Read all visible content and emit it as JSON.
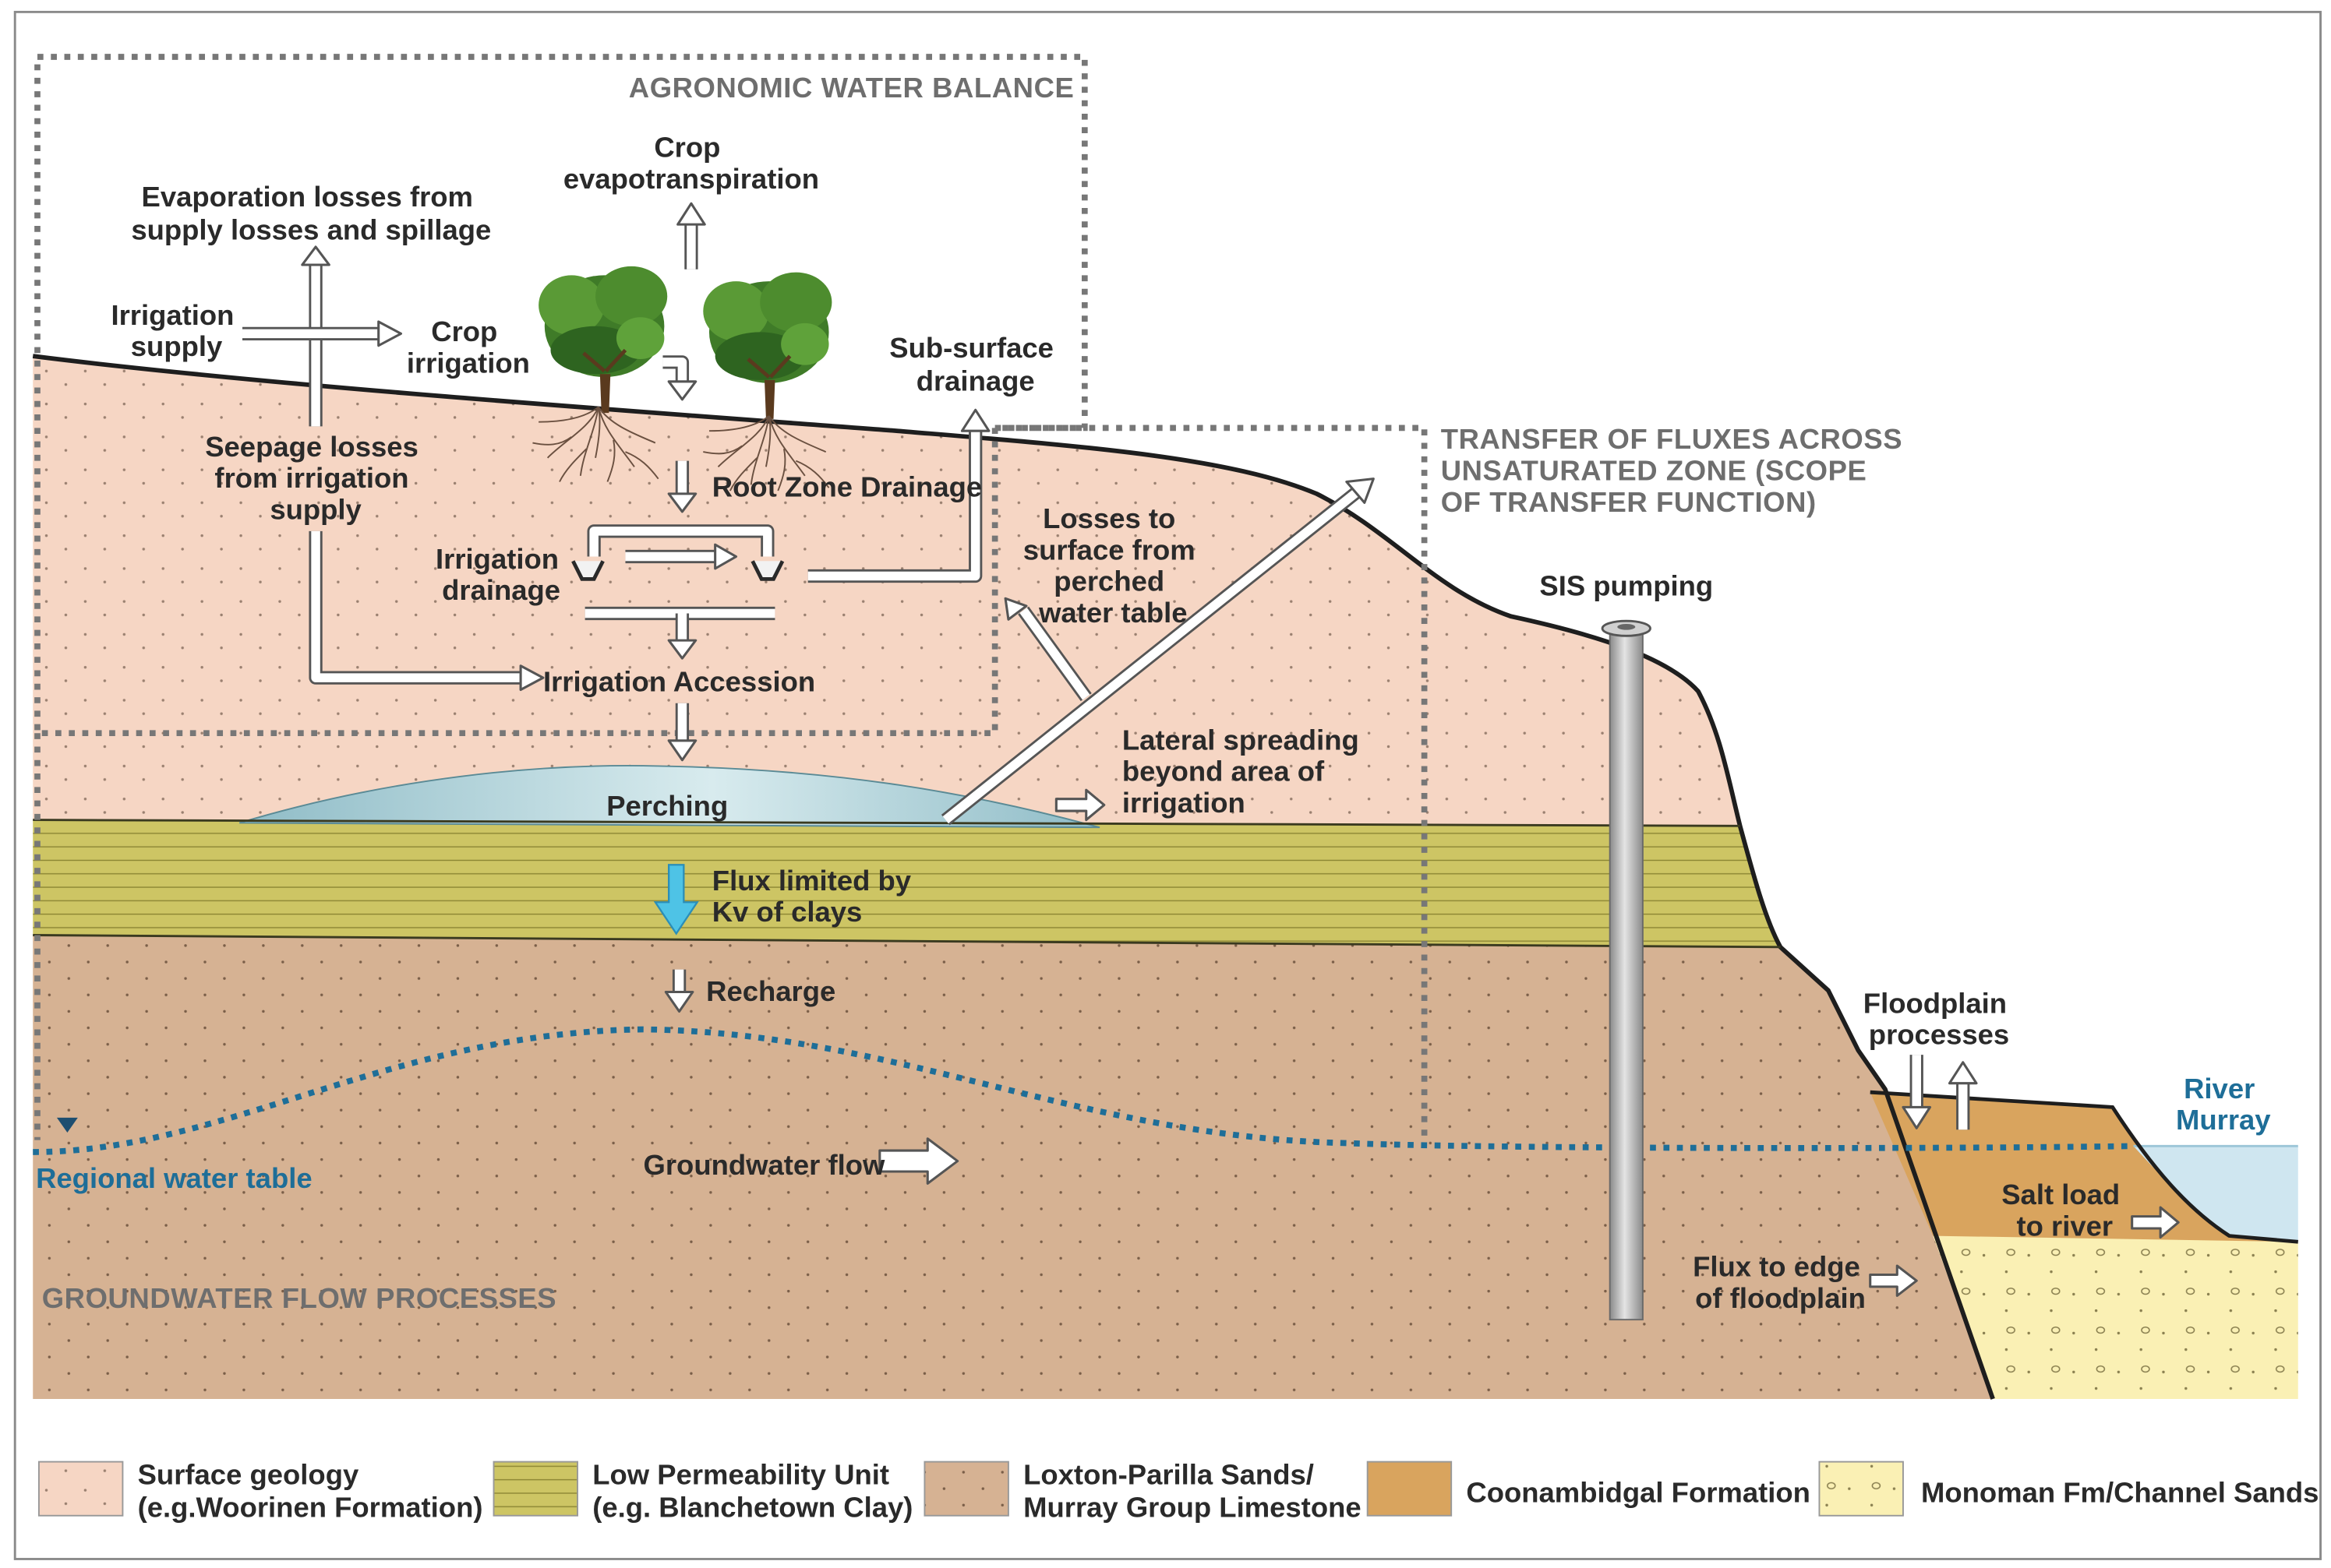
{
  "zones": {
    "agronomic": "AGRONOMIC WATER BALANCE",
    "transfer": [
      "TRANSFER OF FLUXES ACROSS",
      "UNSATURATED ZONE (SCOPE",
      "OF TRANSFER FUNCTION)"
    ],
    "groundwater": "GROUNDWATER FLOW PROCESSES"
  },
  "labels": {
    "crop_et": [
      "Crop",
      "evapotranspiration"
    ],
    "evaporation": [
      "Evaporation losses from",
      "supply losses and spillage"
    ],
    "irrigation_supply": [
      "Irrigation",
      "supply"
    ],
    "crop_irrigation": [
      "Crop",
      "irrigation"
    ],
    "subsurface_drainage": [
      "Sub-surface",
      "drainage"
    ],
    "seepage": [
      "Seepage losses",
      "from irrigation",
      "supply"
    ],
    "root_zone": "Root Zone Drainage",
    "irrigation_drainage": [
      "Irrigation",
      "drainage"
    ],
    "losses_perched": [
      "Losses to",
      "surface from",
      "perched",
      "water table"
    ],
    "irrigation_accession": "Irrigation Accession",
    "lateral": [
      "Lateral spreading",
      "beyond area of",
      "irrigation"
    ],
    "perching": "Perching",
    "flux_limited": [
      "Flux limited by",
      "Kv of clays"
    ],
    "recharge": "Recharge",
    "sis": "SIS pumping",
    "floodplain": [
      "Floodplain",
      "processes"
    ],
    "river": [
      "River",
      "Murray"
    ],
    "regional_wt": "Regional water table",
    "gw_flow": "Groundwater flow",
    "salt_load": [
      "Salt load",
      "to river"
    ],
    "flux_edge": [
      "Flux to edge",
      "of floodplain"
    ]
  },
  "legend": [
    {
      "lines": [
        "Surface geology",
        "(e.g.Woorinen Formation)"
      ],
      "color": "#f6d6c4"
    },
    {
      "lines": [
        "Low Permeability Unit",
        "(e.g. Blanchetown Clay)"
      ],
      "color": "#cdc564"
    },
    {
      "lines": [
        "Loxton-Parilla Sands/",
        "Murray Group Limestone"
      ],
      "color": "#d6b293"
    },
    {
      "lines": [
        "Coonambidgal Formation"
      ],
      "color": "#d9a45e"
    },
    {
      "lines": [
        "Monoman Fm/Channel Sands"
      ],
      "color": "#faf0b4"
    }
  ],
  "colors": {
    "surface": "#f6d6c4",
    "clay": "#cdc564",
    "sands": "#d6b293",
    "coonambidgal": "#d9a45e",
    "monoman": "#faf0b4",
    "water": "#8fbcc7",
    "river": "#cfe6f0",
    "watertable": "#1e6e98",
    "flux_arrow": "#4ec3e6"
  }
}
